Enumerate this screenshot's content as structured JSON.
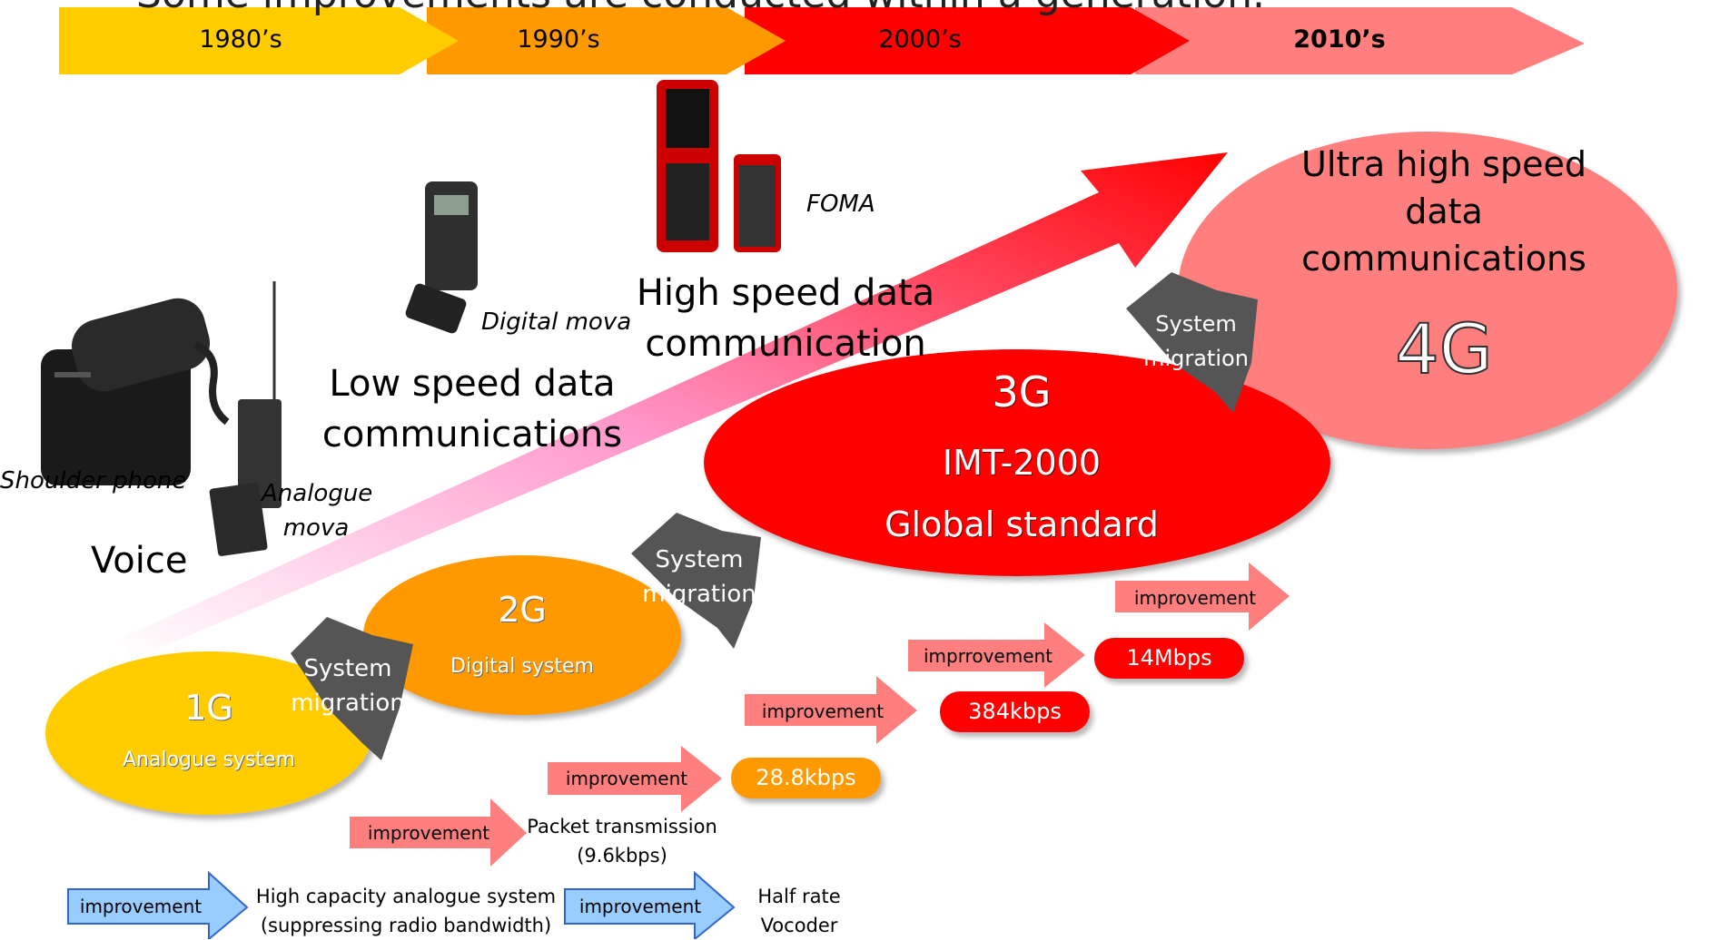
{
  "header_text_clipped": "Some improvements are conducted within a generation.",
  "timeline": [
    {
      "label": "1980’s",
      "color": "#ffcc00",
      "bold": false
    },
    {
      "label": "1990’s",
      "color": "#ff9900",
      "bold": false
    },
    {
      "label": "2000’s",
      "color": "#ff0000",
      "bold": false
    },
    {
      "label": "2010’s",
      "color": "#ff7f7f",
      "bold": true
    }
  ],
  "phones": {
    "shoulder": "Shoulder phone",
    "analogue_mova_line1": "Analogue",
    "analogue_mova_line2": "mova",
    "digital_mova": "Digital mova",
    "foma": "FOMA"
  },
  "eras": {
    "voice": "Voice",
    "low_speed_line1": "Low speed data",
    "low_speed_line2": "communications",
    "high_speed_line1": "High speed data",
    "high_speed_line2": "communication"
  },
  "generations": {
    "g1": {
      "title": "1G",
      "subtitle": "Analogue system",
      "color": "#ffcc00"
    },
    "g2": {
      "title": "2G",
      "subtitle": "Digital system",
      "color": "#ff9900"
    },
    "g3": {
      "title": "3G",
      "line2": "IMT-2000",
      "line3": "Global standard",
      "color": "#ff0000"
    },
    "g4": {
      "title": "4G",
      "line1": "Ultra high speed",
      "line2": "data",
      "line3": "communications",
      "color": "#ff7f7f"
    }
  },
  "migration": {
    "line1": "System",
    "line2": "migration"
  },
  "improvements": {
    "blue1": "improvement",
    "blue1_desc_line1": "High capacity analogue system",
    "blue1_desc_line2": "(suppressing radio bandwidth)",
    "blue2": "improvement",
    "blue2_desc_line1": "Half rate",
    "blue2_desc_line2": "Vocoder",
    "pink1": "improvement",
    "pink1_desc_line1": "Packet transmission",
    "pink1_desc_line2": "(9.6kbps)",
    "pink2": "improvement",
    "pink3": "improvement",
    "pink4": "imprrovement",
    "pink5": "improvement"
  },
  "speeds": {
    "s1": "28.8kbps",
    "s2": "384kbps",
    "s3": "14Mbps"
  }
}
